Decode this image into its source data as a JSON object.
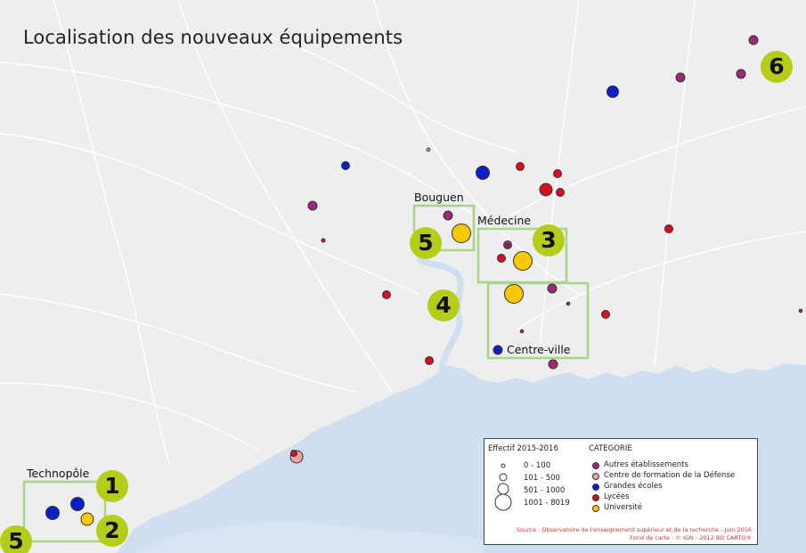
{
  "title": "Localisation des nouveaux équipements",
  "areas": [
    {
      "label": "Bouguen",
      "badge": "5"
    },
    {
      "label": "Médecine",
      "badge": "3"
    },
    {
      "label": "Centre-ville",
      "badge": "4"
    },
    {
      "label": "Technopôle",
      "badge": "1"
    }
  ],
  "extra_badges": [
    "2",
    "5",
    "6"
  ],
  "colors": {
    "autres": "#a0287a",
    "defense": "#f2a0a8",
    "grandes_ecoles": "#0a1fc8",
    "lycees": "#d80f1e",
    "universite": "#f7c800",
    "badge": "#b5cc18",
    "zone_outline": "#a8d48a",
    "sea": "#cfdff0"
  },
  "legend": {
    "size_title": "Effectif 2015-2016",
    "sizes": [
      "0 - 100",
      "101 - 500",
      "501 - 1000",
      "1001 - 8019"
    ],
    "category_title": "CATEGORIE",
    "categories": [
      "Autres établissements",
      "Centre de formation de la Défense",
      "Grandes écoles",
      "Lycées",
      "Université"
    ],
    "source": "Source : Observatoire de l'enseignement supérieur et de la recherche - Juin 2016",
    "basemap": "Fond de carte : © IGN - 2012 BD CARTO®"
  }
}
